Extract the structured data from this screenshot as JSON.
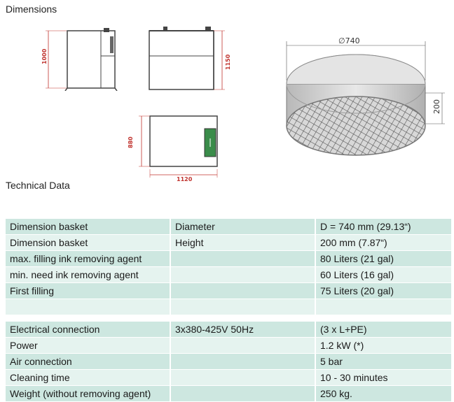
{
  "headings": {
    "dimensions": "Dimensions",
    "technical": "Technical Data"
  },
  "drawing_labels": {
    "height_side": "1000",
    "height_front": "1150",
    "depth_top": "880",
    "width_top": "1120",
    "basket_diameter": "∅740",
    "basket_height": "200"
  },
  "table1": {
    "rows": [
      {
        "name": "Dimension basket",
        "spec": "Diameter",
        "value": "D = 740 mm (29.13“)"
      },
      {
        "name": "Dimension basket",
        "spec": "Height",
        "value": "200 mm  (7.87“)"
      },
      {
        "name": "max. filling ink removing agent",
        "spec": "",
        "value": "80 Liters    (21 gal)"
      },
      {
        "name": "min. need ink removing agent",
        "spec": "",
        "value": "60 Liters    (16 gal)"
      },
      {
        "name": "First filling",
        "spec": "",
        "value": "75 Liters    (20 gal)"
      },
      {
        "name": "",
        "spec": "",
        "value": ""
      }
    ]
  },
  "table2": {
    "rows": [
      {
        "name": "Electrical connection",
        "spec": "3x380-425V 50Hz",
        "value": " (3 x L+PE)"
      },
      {
        "name": "Power",
        "spec": "",
        "value": "1.2 kW   (*)"
      },
      {
        "name": "Air connection",
        "spec": "",
        "value": "5 bar"
      },
      {
        "name": "Cleaning time",
        "spec": "",
        "value": "10 - 30 minutes"
      },
      {
        "name": "Weight  (without removing agent)",
        "spec": "",
        "value": "250 kg."
      }
    ]
  },
  "colors": {
    "row_dark": "#cde7e0",
    "row_light": "#e5f3ef",
    "dimension_red": "#c0322d"
  }
}
